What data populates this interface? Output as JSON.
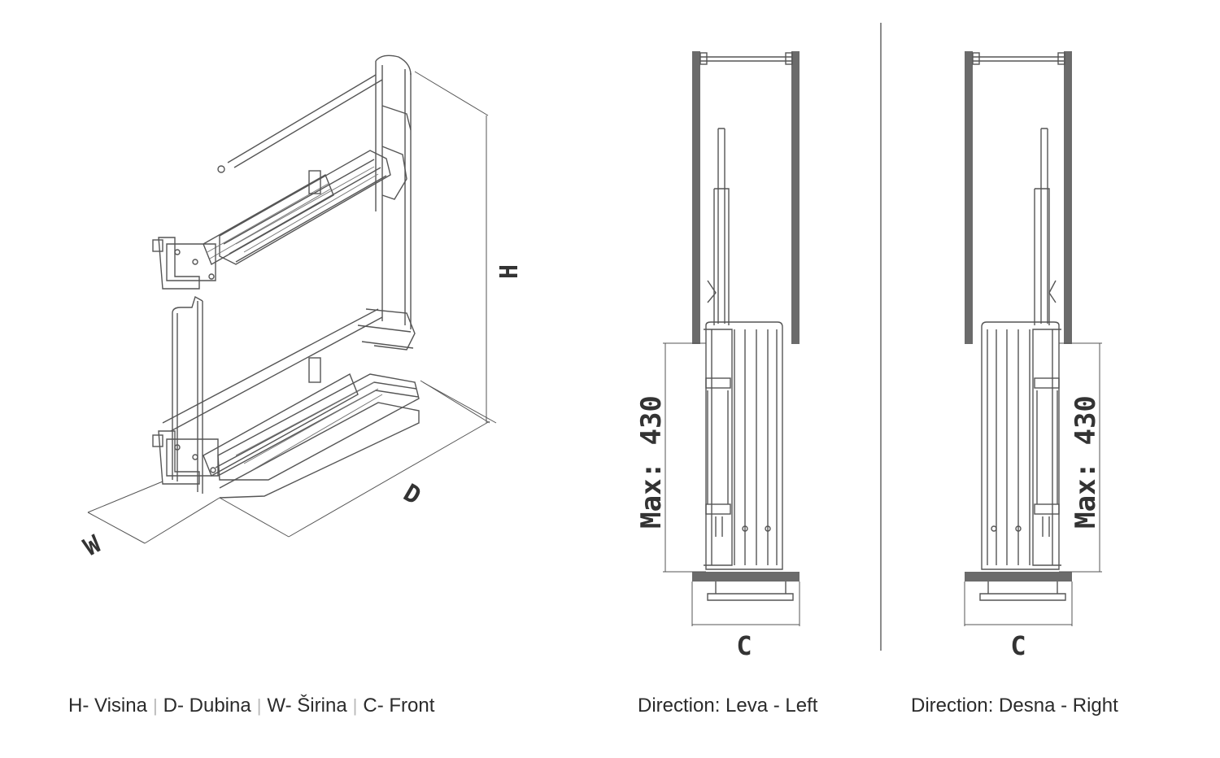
{
  "dimension_labels": {
    "height": "H",
    "depth": "D",
    "width": "W",
    "max_left": "Max: 430",
    "max_right": "Max: 430",
    "front_left": "C",
    "front_right": "C"
  },
  "legend": {
    "h": "H- Visina",
    "d": "D- Dubina",
    "w": "W- Širina",
    "c": "C- Front",
    "separator": "|"
  },
  "captions": {
    "left": "Direction: Leva - Left",
    "right": "Direction: Desna - Right"
  },
  "colors": {
    "line": "#555555",
    "cabinet_wall": "#6b6b6b",
    "text": "#2b2b2b"
  }
}
